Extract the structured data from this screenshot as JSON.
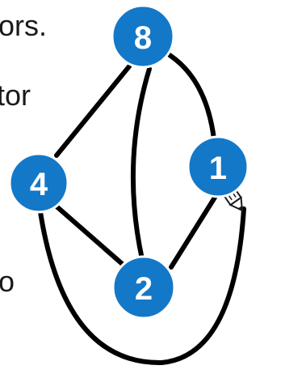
{
  "text_fragments": [
    "ors.",
    "tor",
    "o"
  ],
  "graph": {
    "nodes": [
      {
        "id": "8",
        "label": "8"
      },
      {
        "id": "1",
        "label": "1"
      },
      {
        "id": "4",
        "label": "4"
      },
      {
        "id": "2",
        "label": "2"
      }
    ],
    "edges": [
      {
        "from": "8",
        "to": "4"
      },
      {
        "from": "8",
        "to": "2"
      },
      {
        "from": "8",
        "to": "1"
      },
      {
        "from": "1",
        "to": "2"
      },
      {
        "from": "4",
        "to": "2"
      },
      {
        "from": "4",
        "to": "pencil"
      }
    ]
  },
  "colors": {
    "node_fill": "#1478c8",
    "node_label": "#ffffff",
    "edge": "#000000"
  },
  "icons": {
    "pencil": "pencil-icon"
  }
}
